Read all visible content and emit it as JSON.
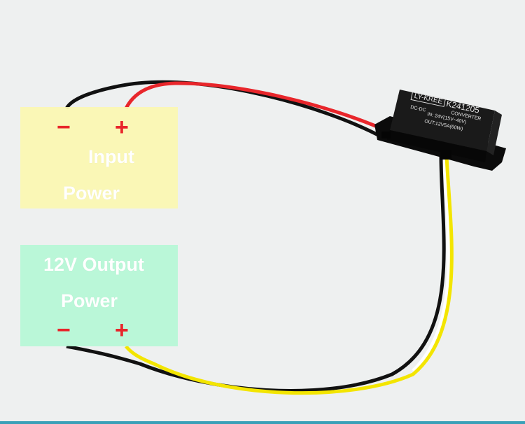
{
  "input_panel": {
    "minus": "−",
    "plus": "+",
    "line1": "Input",
    "line2": "Power"
  },
  "output_panel": {
    "line1": "12V Output",
    "line2": "Power",
    "minus": "−",
    "plus": "+"
  },
  "module": {
    "brand": "LY-KREE",
    "model": "K241205",
    "dc_dc": "DC-DC",
    "converter": "CONVERTER",
    "input_spec": "IN: 24V(15V~40V)",
    "output_spec": "OUT:12V5A(60W)"
  },
  "colors": {
    "red_wire": "#e8262b",
    "black_wire": "#111111",
    "yellow_wire": "#f3e500",
    "input_panel": "#fbf7b2",
    "output_panel": "#b6f8d6",
    "sign": "#e8262b"
  }
}
